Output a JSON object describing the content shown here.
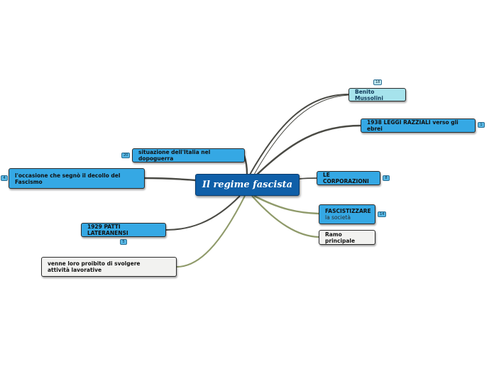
{
  "central": {
    "label": "Il regime fascista"
  },
  "nodes": {
    "mussolini": {
      "label": "Benito Mussolini",
      "badge": "18"
    },
    "leggi_razziali": {
      "label": "1938 LEGGI RAZZIALI verso gli ebrei",
      "badge": "1"
    },
    "corporazioni": {
      "label": "LE CORPORAZIONI",
      "badge": "8"
    },
    "fascistizzare": {
      "label": "FASCISTIZZARE",
      "sublabel": "la società",
      "badge": "14"
    },
    "ramo_principale": {
      "label": "Ramo principale"
    },
    "situazione": {
      "label": "situazione dell'Italia nel dopoguerra",
      "badge": "20"
    },
    "occasione": {
      "label": "l'occasione che segnò il decollo del Fascismo",
      "badge": "4"
    },
    "patti": {
      "label": "1929 PATTI LATERANENSI",
      "badge": "5"
    },
    "proibito": {
      "label": "venne loro proibito di svolgere attività lavorative"
    }
  },
  "colors": {
    "central_fill": "#0f5fa8",
    "node_blue": "#35a8e4",
    "node_light_blue": "#a6e3ec",
    "node_grey": "#f2f2f0",
    "branch_dark": "#4a4a44",
    "branch_olive": "#8f9a6a"
  }
}
